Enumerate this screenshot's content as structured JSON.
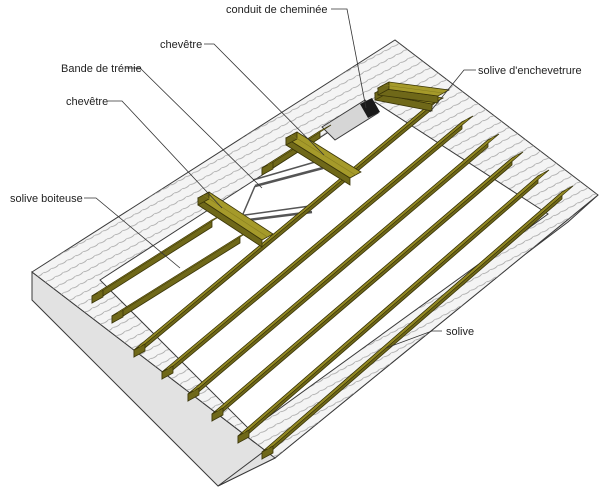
{
  "colors": {
    "wall_top": "#f4f4f4",
    "wall_side": "#e2e2e2",
    "wall_edge": "#3a3a3a",
    "hatch": "#9a9a9a",
    "wood_top": "#a59a2a",
    "wood_side": "#6f6819",
    "wood_edge": "#3a3508",
    "wood_grain": "#857b1f",
    "steel": "#9c9c9c",
    "steel_dark": "#555555",
    "flue": "#d6d6d6",
    "label_text": "#222222",
    "leader": "#333333"
  },
  "labels": {
    "conduit": "conduit de cheminée",
    "chevetre_top": "chevêtre",
    "bande_tremie": "Bande de trémie",
    "chevetre_left": "chevêtre",
    "solive_boiteuse": "solive boiteuse",
    "solive_enchevetrure": "solive d'enchevetrure",
    "solive": "solive"
  }
}
